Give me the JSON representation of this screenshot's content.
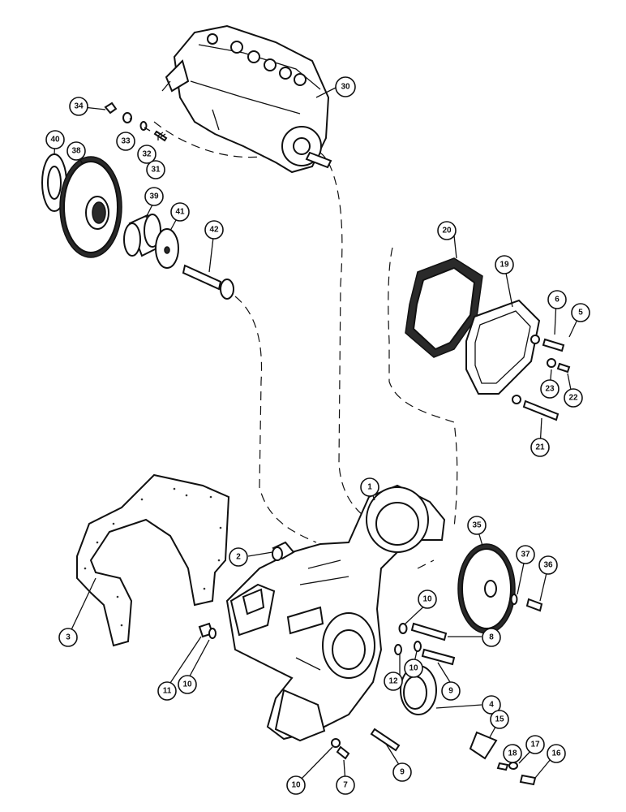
{
  "callouts": [
    "30",
    "34",
    "33",
    "32",
    "31",
    "40",
    "38",
    "39",
    "41",
    "42",
    "20",
    "19",
    "6",
    "5",
    "23",
    "22",
    "21",
    "1",
    "35",
    "37",
    "36",
    "2",
    "3",
    "10",
    "8",
    "12",
    "9",
    "11",
    "4",
    "15",
    "18",
    "17",
    "16",
    "7"
  ]
}
